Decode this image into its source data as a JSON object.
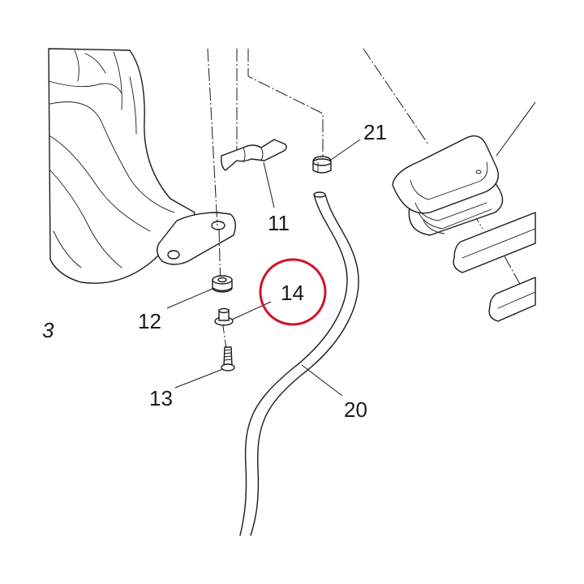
{
  "callouts": {
    "c11": "11",
    "c12": "12",
    "c13": "13",
    "c14": "14",
    "c20": "20",
    "c21": "21",
    "edge_mark": "3"
  },
  "highlight": {
    "target": "14",
    "color": "#d0142c"
  }
}
